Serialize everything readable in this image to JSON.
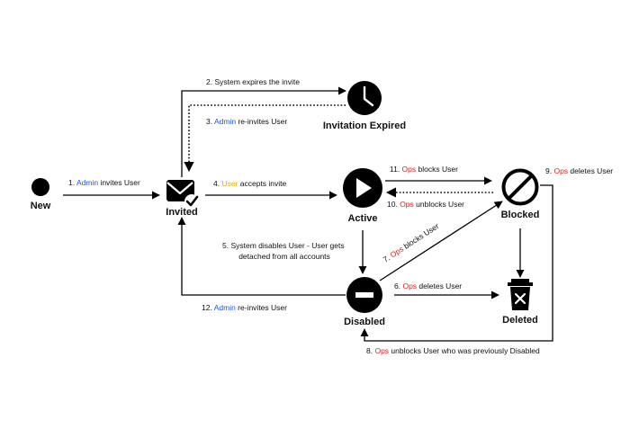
{
  "nodes": {
    "new": "New",
    "invited": "Invited",
    "expired": "Invitation Expired",
    "active": "Active",
    "blocked": "Blocked",
    "disabled": "Disabled",
    "deleted": "Deleted"
  },
  "edges": {
    "e1": {
      "pre": "1. ",
      "actor": "Admin",
      "post": " invites User"
    },
    "e2": {
      "text": "2. System expires the invite"
    },
    "e3": {
      "pre": "3. ",
      "actor": "Admin",
      "post": " re-invites User"
    },
    "e4": {
      "pre": "4. ",
      "actor": "User",
      "post": " accepts invite"
    },
    "e5": {
      "line1": "5. System disables User - User gets",
      "line2": "detached from all accounts"
    },
    "e6": {
      "pre": "6. ",
      "actor": "Ops",
      "post": " deletes User"
    },
    "e7": {
      "pre": "7. ",
      "actor": "Ops",
      "post": " blocks User"
    },
    "e8": {
      "pre": "8. ",
      "actor": "Ops",
      "post": " unblocks User who was previously Disabled"
    },
    "e9": {
      "pre": "9. ",
      "actor": "Ops",
      "post": " deletes User"
    },
    "e10": {
      "pre": "10. ",
      "actor": "Ops",
      "post": " unblocks User"
    },
    "e11": {
      "pre": "11. ",
      "actor": "Ops",
      "post": " blocks User"
    },
    "e12": {
      "pre": "12. ",
      "actor": "Admin",
      "post": " re-invites User"
    }
  },
  "colors": {
    "admin": "#1a56e8",
    "ops": "#e02020",
    "user": "#f0a800",
    "stroke": "#000000"
  }
}
